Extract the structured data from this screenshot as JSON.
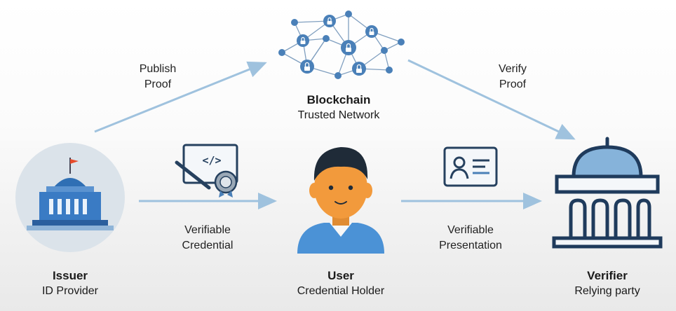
{
  "nodes": {
    "blockchain": {
      "title": "Blockchain",
      "subtitle": "Trusted Network"
    },
    "issuer": {
      "title": "Issuer",
      "subtitle": "ID Provider"
    },
    "user": {
      "title": "User",
      "subtitle": "Credential Holder"
    },
    "verifier": {
      "title": "Verifier",
      "subtitle": "Relying party"
    }
  },
  "edges": {
    "publish": {
      "line1": "Publish",
      "line2": "Proof"
    },
    "verify": {
      "line1": "Verify",
      "line2": "Proof"
    },
    "credential": {
      "line1": "Verifiable",
      "line2": "Credential"
    },
    "presentation": {
      "line1": "Verifiable",
      "line2": "Presentation"
    }
  },
  "icons": {
    "certificate_code": "</>"
  },
  "colors": {
    "accent_blue": "#3a6ea5",
    "arrow": "#9fc2de",
    "navy": "#1f3b5c",
    "lock": "#4a80b8",
    "skin": "#f29a3c",
    "shirt": "#4b92d6"
  }
}
